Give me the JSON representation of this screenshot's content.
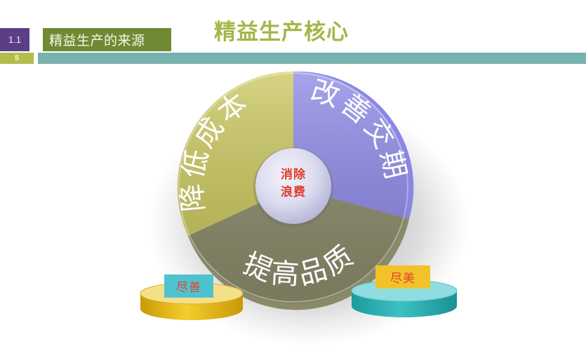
{
  "header": {
    "section_number": "1.1",
    "section_title": "精益生产的来源",
    "page_number": "5",
    "main_title": "精益生产核心"
  },
  "diagram": {
    "center": {
      "line1": "消除",
      "line2": "浪费"
    },
    "segments": [
      {
        "label": "降低成本",
        "color": "#c9c65a"
      },
      {
        "label": "改善交期",
        "color": "#8a86e6"
      },
      {
        "label": "提高品质",
        "color": "#8a8a6a"
      }
    ],
    "pedestals": [
      {
        "label": "尽善",
        "base_color": "#e2b418",
        "tag_color": "#4fc2cf"
      },
      {
        "label": "尽美",
        "base_color": "#2fb1b4",
        "tag_color": "#f2c22a"
      }
    ]
  },
  "colors": {
    "section_number_bg": "#5b3f86",
    "section_title_bg": "#6f8a32",
    "page_number_bg": "#b2bd4a",
    "teal_bar": "#76b3ae",
    "title_text": "#a7b548",
    "center_text": "#e03a2a"
  }
}
